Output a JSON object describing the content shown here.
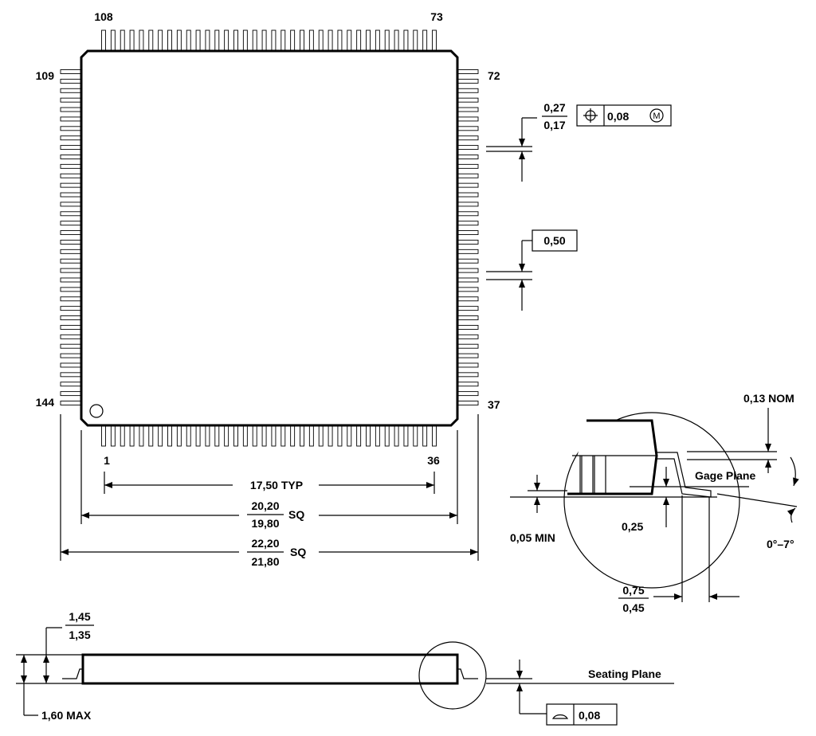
{
  "pins": {
    "top_left": "108",
    "top_right": "73",
    "right_top": "72",
    "left_top": "109",
    "left_bottom": "144",
    "right_bottom": "37",
    "bottom_left": "1",
    "bottom_right": "36"
  },
  "dims": {
    "lead_width_max": "0,27",
    "lead_width_min": "0,17",
    "position_tol": "0,08",
    "position_modifier": "M",
    "pitch": "0,50",
    "pin_span": "17,50 TYP",
    "body_max": "20,20",
    "body_min": "19,80",
    "body_suffix": "SQ",
    "overall_max": "22,20",
    "overall_min": "21,80",
    "overall_suffix": "SQ",
    "height_body_max": "1,45",
    "height_body_min": "1,35",
    "height_max": "1,60 MAX",
    "coplanarity": "0,08"
  },
  "detail": {
    "lead_thickness": "0,13 NOM",
    "gage_plane": "Gage Plane",
    "gage_height": "0,25",
    "standoff": "0,05 MIN",
    "angle": "0°–7°",
    "foot_max": "0,75",
    "foot_min": "0,45"
  },
  "side": {
    "seating_plane": "Seating Plane"
  }
}
